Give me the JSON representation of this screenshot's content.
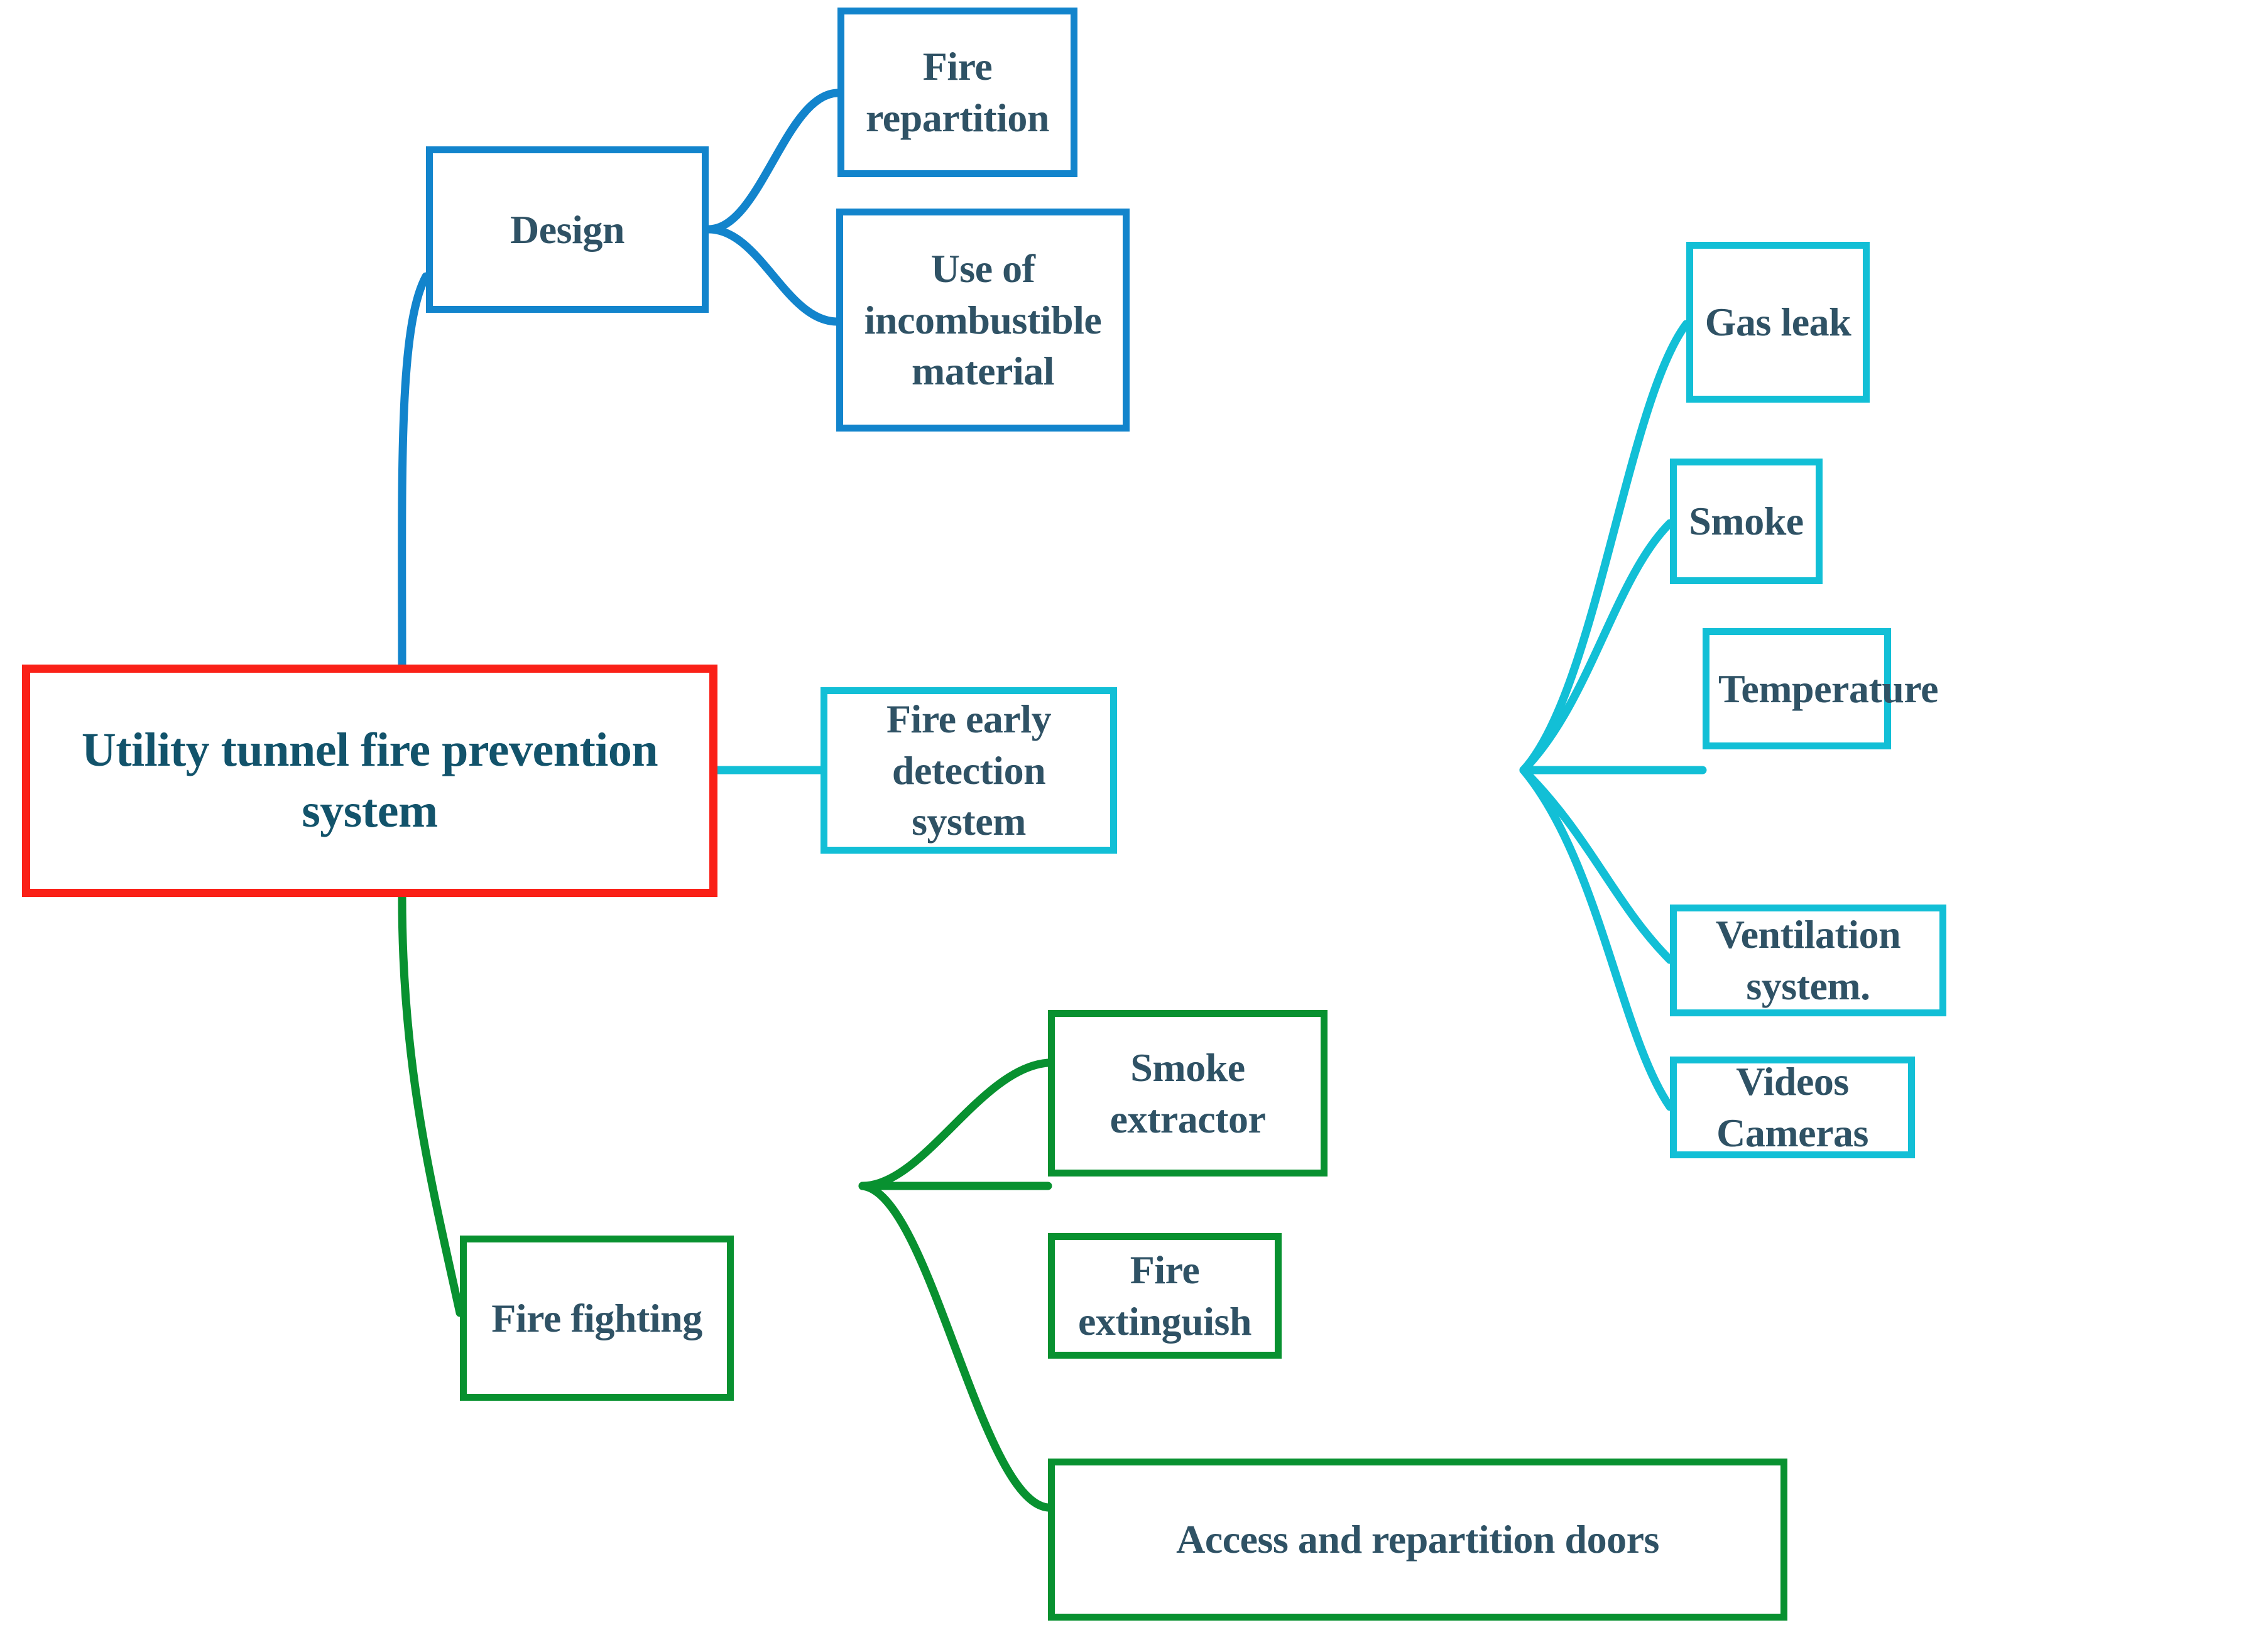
{
  "diagram": {
    "type": "mind-map",
    "title": "Utility tunnel fire prevention system",
    "colors": {
      "root_border": "#FA2017",
      "design_branch": "#1284CC",
      "detection_branch": "#12BFD6",
      "firefighting_branch": "#089130",
      "text": "#2F5265",
      "root_text": "#12536B",
      "background": "#FFFFFF"
    },
    "root": {
      "label": "Utility tunnel fire prevention system"
    },
    "branches": [
      {
        "id": "design",
        "label": "Design",
        "color": "#1284CC",
        "children": [
          {
            "id": "fire-repartition",
            "label": "Fire repartition"
          },
          {
            "id": "incombustible-material",
            "label": "Use of incombustible material"
          }
        ]
      },
      {
        "id": "detection",
        "label": "Fire early detection system",
        "color": "#12BFD6",
        "children": [
          {
            "id": "gas-leak",
            "label": "Gas leak"
          },
          {
            "id": "smoke",
            "label": "Smoke"
          },
          {
            "id": "temperature",
            "label": "Temperature"
          },
          {
            "id": "ventilation",
            "label": "Ventilation system."
          },
          {
            "id": "videos-cameras",
            "label": "Videos Cameras"
          }
        ]
      },
      {
        "id": "firefighting",
        "label": "Fire fighting",
        "color": "#089130",
        "children": [
          {
            "id": "smoke-extractor",
            "label": "Smoke extractor"
          },
          {
            "id": "fire-extinguish",
            "label": "Fire extinguish"
          },
          {
            "id": "access-doors",
            "label": "Access and repartition doors"
          }
        ]
      }
    ]
  }
}
